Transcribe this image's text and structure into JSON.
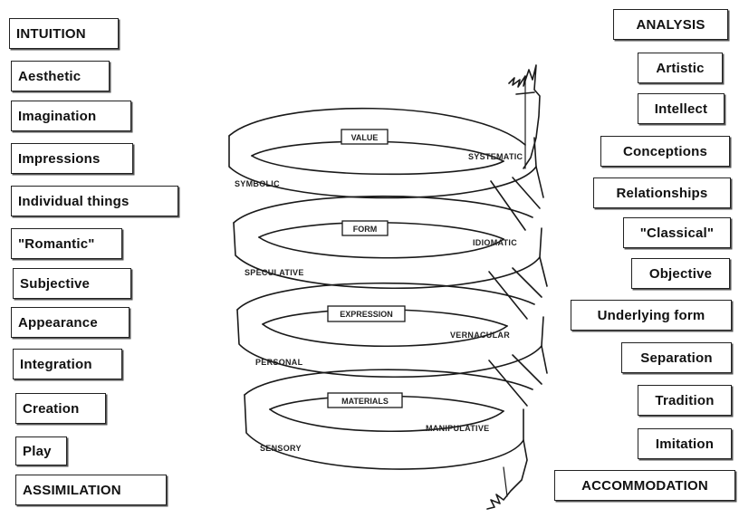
{
  "left_column": {
    "items": [
      "INTUITION",
      "Aesthetic",
      "Imagination",
      "Impressions",
      "Individual things",
      "\"Romantic\"",
      "Subjective",
      "Appearance",
      "Integration",
      "Creation",
      "Play",
      "ASSIMILATION"
    ]
  },
  "right_column": {
    "items": [
      "ANALYSIS",
      "Artistic",
      "Intellect",
      "Conceptions",
      "Relationships",
      "\"Classical\"",
      "Objective",
      "Underlying form",
      "Separation",
      "Tradition",
      "Imitation",
      "ACCOMMODATION"
    ]
  },
  "spiral": {
    "tags": [
      "VALUE",
      "FORM",
      "EXPRESSION",
      "MATERIALS"
    ],
    "left_labels": [
      "SYMBOLIC",
      "SPECULATIVE",
      "PERSONAL",
      "SENSORY"
    ],
    "right_labels": [
      "SYSTEMATIC",
      "IDIOMATIC",
      "VERNACULAR",
      "MANIPULATIVE"
    ]
  }
}
